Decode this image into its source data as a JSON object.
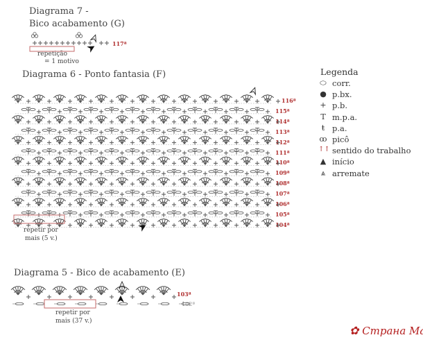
{
  "diagram7": {
    "title_line1": "Diagrama 7 -",
    "title_line2": "Bico acabamento (G)",
    "row_label": "117ª",
    "repeat_label_1": "repetição",
    "repeat_label_2": "= 1 motivo"
  },
  "diagram6": {
    "title": "Diagrama 6 - Ponto fantasia (F)",
    "rows": [
      "116ª",
      "115ª",
      "114ª",
      "113ª",
      "112ª",
      "111ª",
      "110ª",
      "109ª",
      "108ª",
      "107ª",
      "106ª",
      "105ª",
      "104ª"
    ],
    "repeat_label_1": "repetir por",
    "repeat_label_2": "mais (5 v.)"
  },
  "diagram5": {
    "title": "Diagrama 5 - Bico de acabamento (E)",
    "row_label_1": "103ª",
    "row_label_2": "102ª",
    "repeat_label_1": "repetir por",
    "repeat_label_2": "mais (37 v.)"
  },
  "legend": {
    "title": "Legenda",
    "items": [
      {
        "icon": "chain-stitch-icon",
        "symbol": "⬭",
        "label": "corr."
      },
      {
        "icon": "slip-stitch-icon",
        "symbol": "●",
        "label": "p.bx."
      },
      {
        "icon": "single-crochet-icon",
        "symbol": "+",
        "label": "p.b."
      },
      {
        "icon": "half-double-crochet-icon",
        "symbol": "T",
        "label": "m.p.a."
      },
      {
        "icon": "double-crochet-icon",
        "symbol": "ŧ",
        "label": "p.a."
      },
      {
        "icon": "picot-icon",
        "symbol": "ꝏ",
        "label": "picô"
      },
      {
        "icon": "work-direction-icon",
        "symbol": "↑↑",
        "label": "sentido do trabalho"
      },
      {
        "icon": "start-icon",
        "symbol": "▲",
        "label": "início"
      },
      {
        "icon": "finish-icon",
        "symbol": "⩓",
        "label": "arremate"
      }
    ]
  },
  "watermark": "Страна Мам",
  "colors": {
    "accent_red": "#b03030",
    "stitch_grey": "#555555",
    "repeat_box": "#c46a6a"
  }
}
